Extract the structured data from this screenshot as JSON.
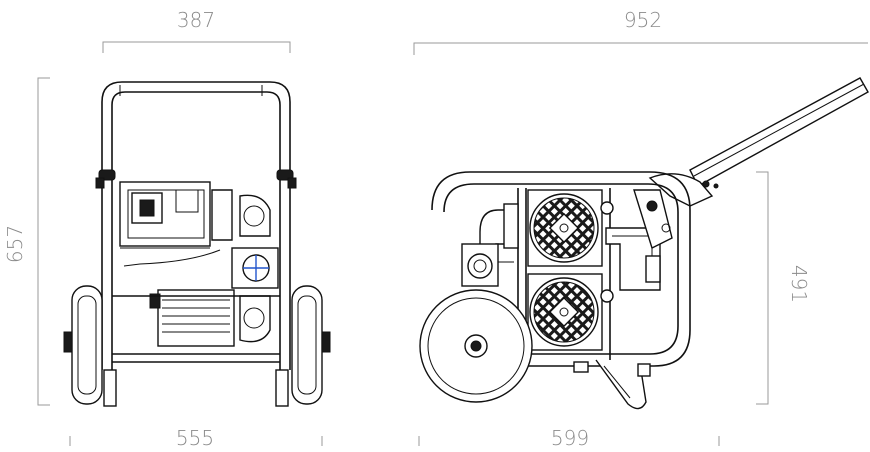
{
  "dimensions": {
    "front_width_top": "387",
    "front_height": "657",
    "front_width_bottom": "555",
    "side_length": "952",
    "side_height": "491",
    "side_width_bottom": "599"
  },
  "colors": {
    "dimension_text": "#8a8a8a",
    "line": "#111111",
    "background": "#ffffff"
  }
}
